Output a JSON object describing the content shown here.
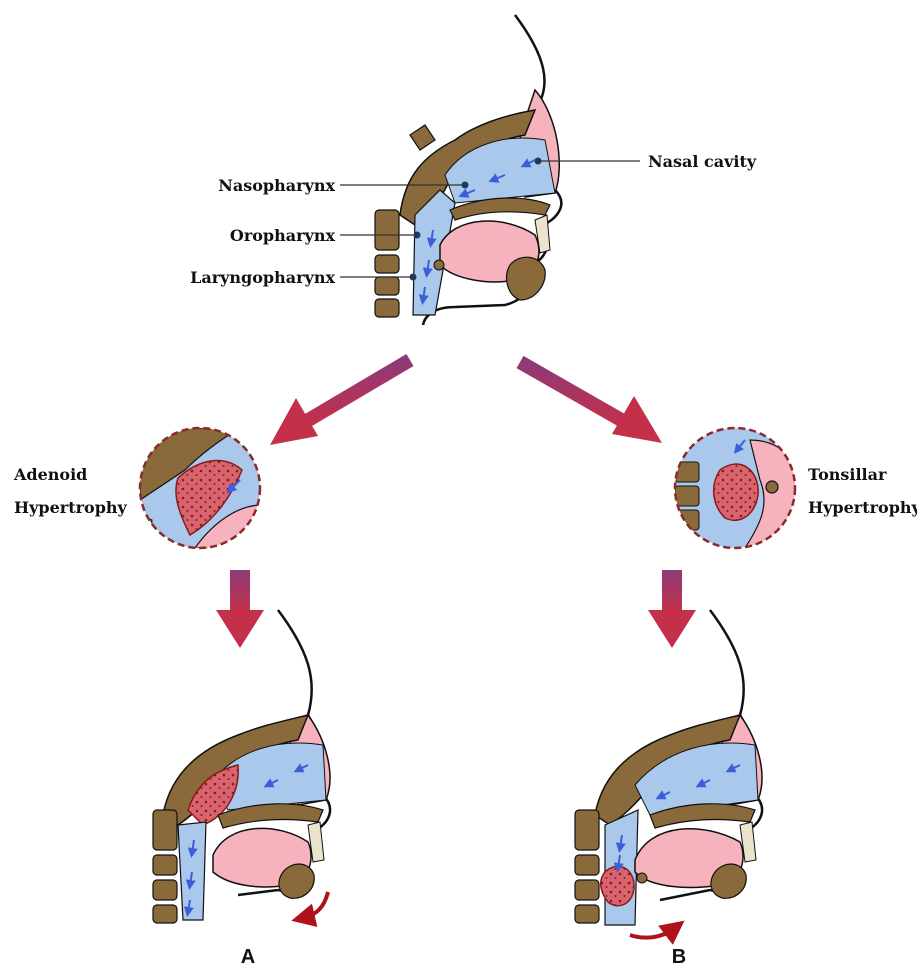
{
  "labels": {
    "nasal_cavity": "Nasal cavity",
    "nasopharynx": "Nasopharynx",
    "oropharynx": "Oropharynx",
    "laryngopharynx": "Laryngopharynx",
    "adenoid_line1": "Adenoid",
    "adenoid_line2": "Hypertrophy",
    "tonsillar_line1": "Tonsillar",
    "tonsillar_line2": "Hypertrophy",
    "panel_a": "A",
    "panel_b": "B"
  },
  "colors": {
    "bone": "#8a6a3a",
    "airway": "#a9c8ec",
    "soft_tissue": "#f6b3be",
    "outline": "#111111",
    "hypertrophy_tissue": "#d9646e",
    "arrow_red": "#c4304a",
    "arrow_purple": "#8e3a78",
    "circle_border": "#8b2a2a",
    "airflow_arrow": "#3a5fd9",
    "rotation_arrow": "#b0121b"
  }
}
